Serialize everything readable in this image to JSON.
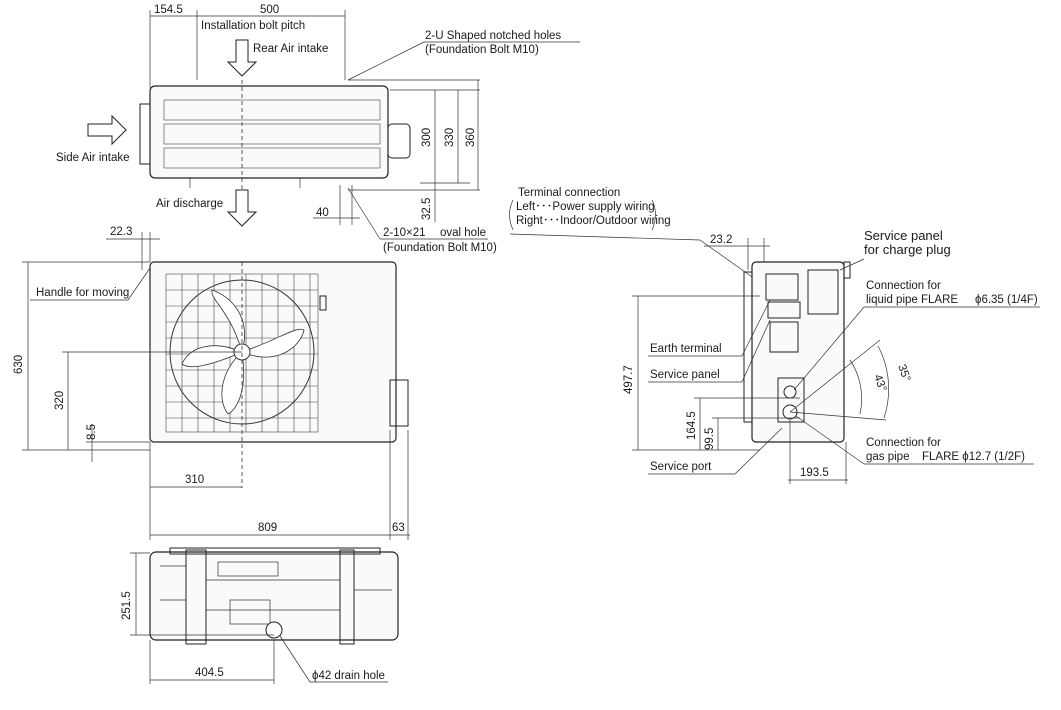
{
  "top_view": {
    "dim_154": "154.5",
    "dim_500": "500",
    "installation_bolt_pitch": "Installation bolt pitch",
    "rear_air_intake": "Rear Air intake",
    "notched_holes_1": "2-U Shaped notched holes",
    "notched_holes_2": "(Foundation Bolt M10)",
    "side_air_intake": "Side Air intake",
    "air_discharge": "Air discharge",
    "dim_300": "300",
    "dim_330": "330",
    "dim_360": "360",
    "dim_32_5": "32.5",
    "dim_40": "40",
    "oval_hole_1": "2-10×21",
    "oval_hole_1b": "oval hole",
    "oval_hole_2": "(Foundation Bolt M10)"
  },
  "front_view": {
    "dim_22_3": "22.3",
    "handle_for_moving": "Handle for moving",
    "dim_630": "630",
    "dim_320": "320",
    "dim_8_5": "8.5",
    "dim_310": "310",
    "dim_809": "809",
    "dim_63": "63"
  },
  "bottom_view": {
    "dim_251_5": "251.5",
    "dim_404_5": "404.5",
    "drain_hole": "ϕ42 drain hole"
  },
  "side_view": {
    "terminal_connection": "Terminal connection",
    "left_wiring": "Left･･･Power supply wiring",
    "right_wiring": "Right･･･Indoor/Outdoor wiring",
    "dim_23_2": "23.2",
    "service_panel_charge_1": "Service panel",
    "service_panel_charge_2": "for charge plug",
    "liquid_pipe_1": "Connection for",
    "liquid_pipe_2": "liquid pipe FLARE",
    "liquid_pipe_size": "ϕ6.35 (1/4F)",
    "earth_terminal": "Earth terminal",
    "service_panel": "Service panel",
    "dim_497_7": "497.7",
    "dim_164_5": "164.5",
    "dim_99_5": "99.5",
    "service_port": "Service port",
    "angle_35": "35°",
    "angle_43": "43°",
    "gas_pipe_1": "Connection for",
    "gas_pipe_2": "gas pipe",
    "gas_pipe_size": "FLARE ϕ12.7 (1/2F)",
    "dim_193_5": "193.5"
  }
}
